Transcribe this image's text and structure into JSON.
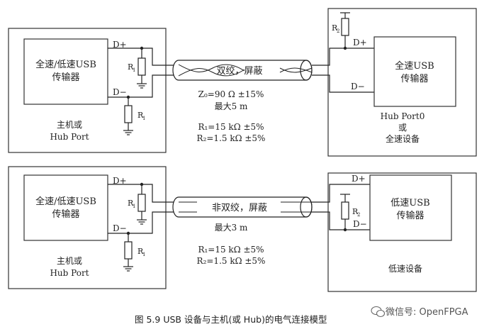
{
  "top": {
    "host_box_line1": "全速/低速USB",
    "host_box_line2": "传输器",
    "host_label_line1": "主机或",
    "host_label_line2": "Hub Port",
    "dplus": "D+",
    "dminus": "D−",
    "r1": "R",
    "r1_sub": "1",
    "r2": "R",
    "r2_sub": "2",
    "cable_label": "双绞，屏蔽",
    "impedance": "Z₀=90 Ω ±15%",
    "max_len": "最大5 m",
    "r1_value": "R₁=15 kΩ ±5%",
    "r2_value": "R₂=1.5 kΩ ±5%",
    "dev_box_line1": "全速USB",
    "dev_box_line2": "传输器",
    "dev_label_line1": "Hub Port0",
    "dev_label_line2": "或",
    "dev_label_line3": "全速设备"
  },
  "bottom": {
    "host_box_line1": "全速/低速USB",
    "host_box_line2": "传输器",
    "host_label_line1": "主机或",
    "host_label_line2": "Hub Port",
    "dplus": "D+",
    "dminus": "D−",
    "r1": "R",
    "r1_sub": "1",
    "r2": "R",
    "r2_sub": "2",
    "cable_label": "非双绞，屏蔽",
    "max_len": "最大3 m",
    "r1_value": "R₁=15 kΩ ±5%",
    "r2_value": "R₂=1.5 kΩ ±5%",
    "dev_box_line1": "低速USB",
    "dev_box_line2": "传输器",
    "dev_label": "低速设备"
  },
  "caption": "图 5.9    USB 设备与主机(或 Hub)的电气连接模型",
  "watermark": "微信号: OpenFPGA"
}
